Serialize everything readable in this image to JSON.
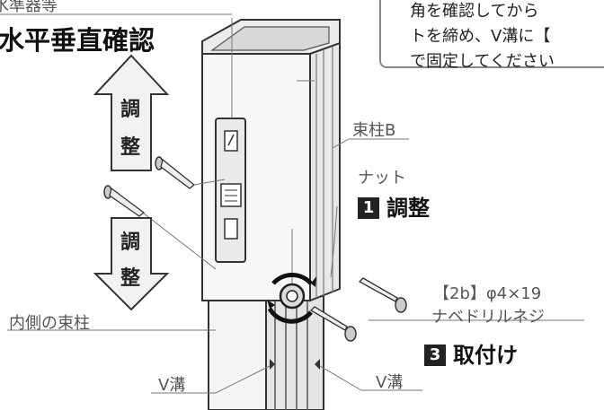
{
  "labels": {
    "level_tool": "水準器等",
    "check_level": "水平垂直確認",
    "post_b": "束柱B",
    "nut": "ナット",
    "step1_num": "1",
    "step1_label": "調整",
    "screw_spec": "【2b】φ4×19",
    "screw_name": "ナベドリルネジ",
    "step3_num": "3",
    "step3_label": "取付け",
    "inner_post": "内側の束柱",
    "v_groove_left": "V溝",
    "v_groove_right": "V溝",
    "arrow_up_1": "調",
    "arrow_up_2": "整",
    "arrow_down_1": "調",
    "arrow_down_2": "整"
  },
  "note": {
    "line1": "角を確認してから",
    "line2": "トを締め、V溝に【",
    "line3": "で固定してください"
  }
}
